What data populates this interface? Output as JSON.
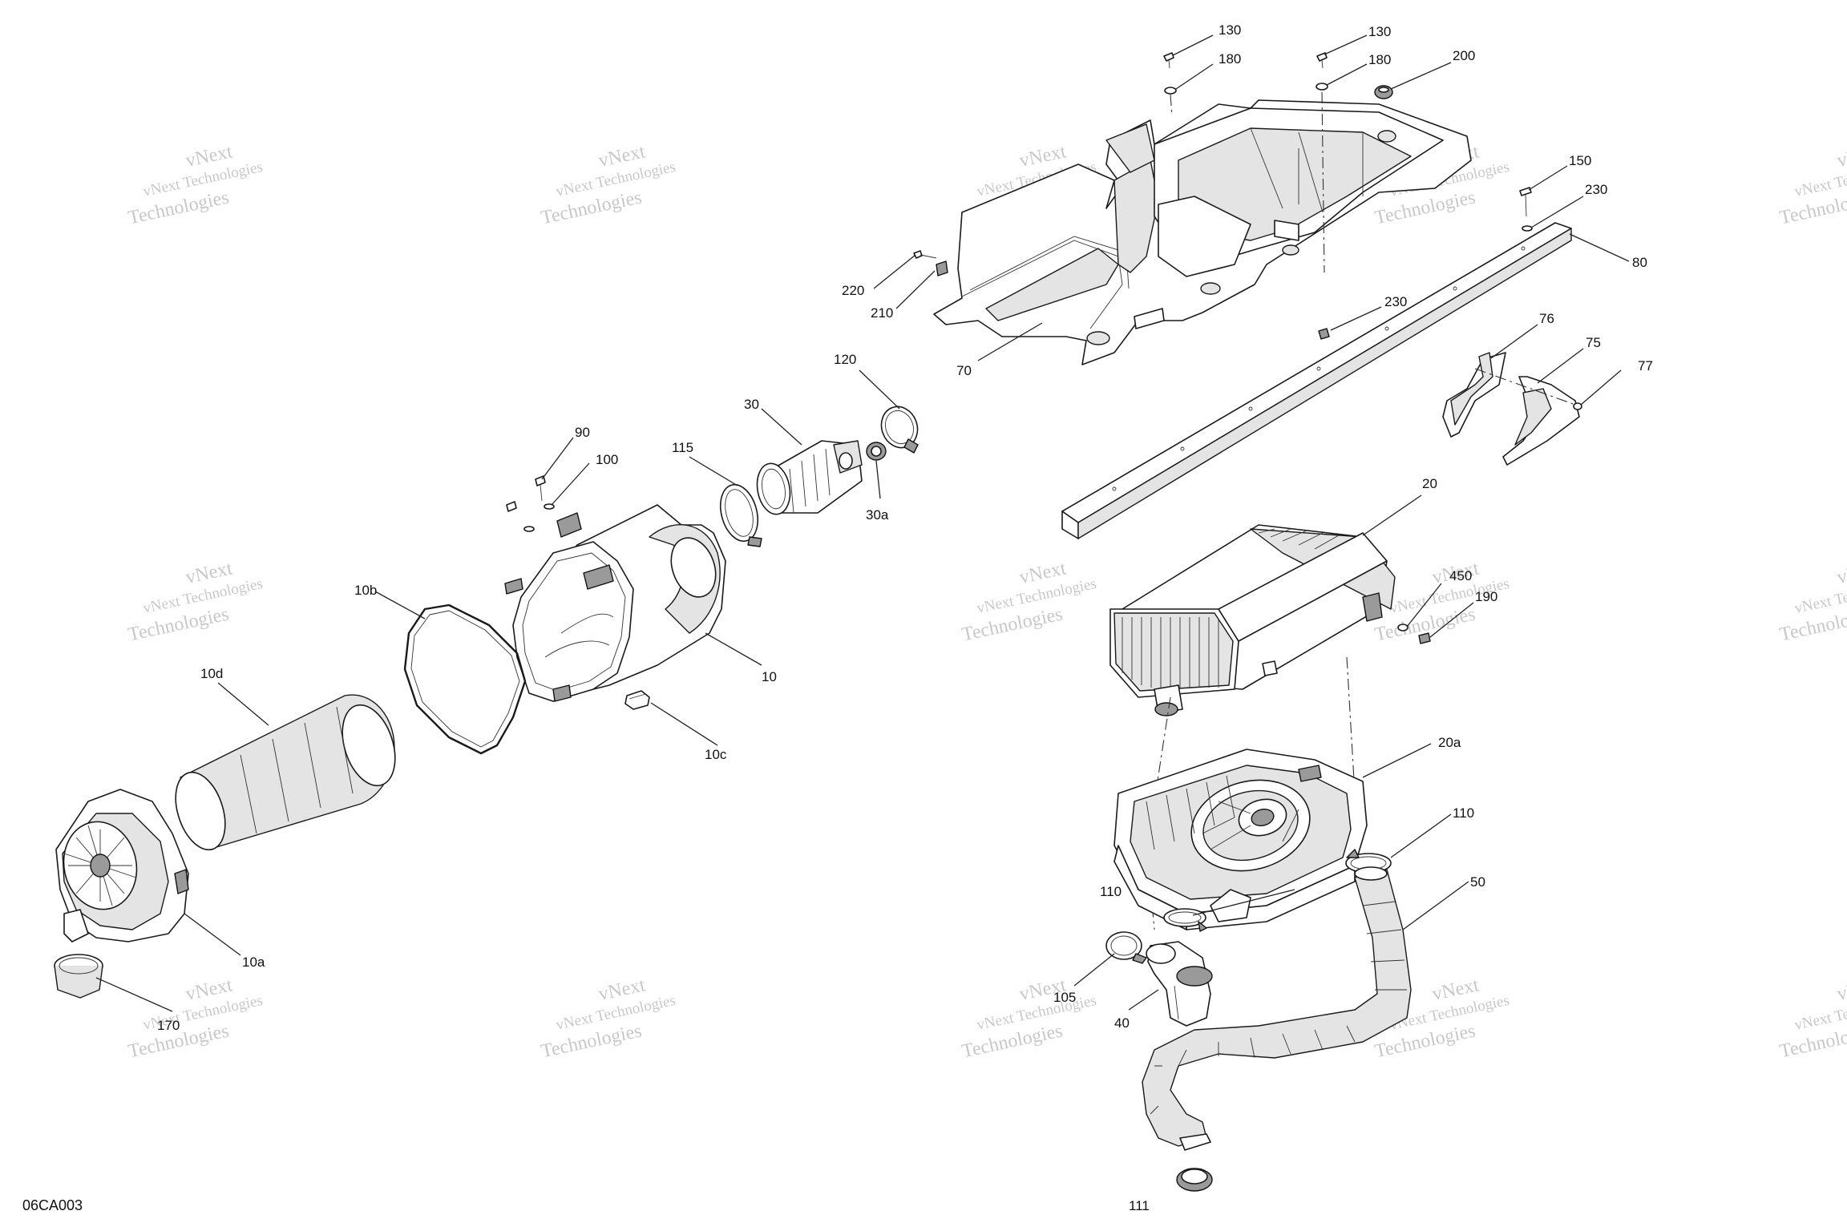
{
  "diagram": {
    "code": "06CA003",
    "watermark": {
      "line1": "vNext Technologies",
      "line2": "Technologies",
      "line3": "vNext"
    },
    "callouts": [
      {
        "id": "c130a",
        "label": "130"
      },
      {
        "id": "c130b",
        "label": "130"
      },
      {
        "id": "c180a",
        "label": "180"
      },
      {
        "id": "c180b",
        "label": "180"
      },
      {
        "id": "c200",
        "label": "200"
      },
      {
        "id": "c150",
        "label": "150"
      },
      {
        "id": "c230a",
        "label": "230"
      },
      {
        "id": "c80",
        "label": "80"
      },
      {
        "id": "c220",
        "label": "220"
      },
      {
        "id": "c210",
        "label": "210"
      },
      {
        "id": "c230b",
        "label": "230"
      },
      {
        "id": "c70",
        "label": "70"
      },
      {
        "id": "c76",
        "label": "76"
      },
      {
        "id": "c75",
        "label": "75"
      },
      {
        "id": "c77",
        "label": "77"
      },
      {
        "id": "c120",
        "label": "120"
      },
      {
        "id": "c30",
        "label": "30"
      },
      {
        "id": "c115",
        "label": "115"
      },
      {
        "id": "c30a",
        "label": "30a"
      },
      {
        "id": "c90",
        "label": "90"
      },
      {
        "id": "c100",
        "label": "100"
      },
      {
        "id": "c10b",
        "label": "10b"
      },
      {
        "id": "c10",
        "label": "10"
      },
      {
        "id": "c10d",
        "label": "10d"
      },
      {
        "id": "c10c",
        "label": "10c"
      },
      {
        "id": "c10a",
        "label": "10a"
      },
      {
        "id": "c170",
        "label": "170"
      },
      {
        "id": "c20",
        "label": "20"
      },
      {
        "id": "c450",
        "label": "450"
      },
      {
        "id": "c190",
        "label": "190"
      },
      {
        "id": "c20a",
        "label": "20a"
      },
      {
        "id": "c110a",
        "label": "110"
      },
      {
        "id": "c110b",
        "label": "110"
      },
      {
        "id": "c50",
        "label": "50"
      },
      {
        "id": "c105",
        "label": "105"
      },
      {
        "id": "c40",
        "label": "40"
      },
      {
        "id": "c111",
        "label": "111"
      }
    ]
  }
}
